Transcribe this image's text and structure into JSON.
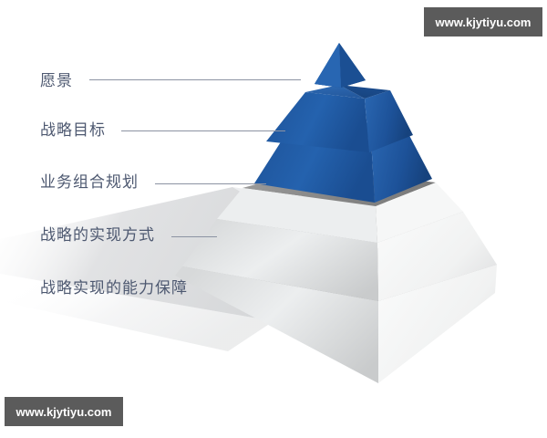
{
  "diagram": {
    "type": "3d-layered-pyramid",
    "title": "",
    "background_color": "#ffffff",
    "label_color": "#4d5870",
    "leader_line_color": "#8c93a3",
    "accent_blue": "#1f5ba8",
    "accent_gray": "#e9eaec",
    "shadow_gray": "#8a8a8a",
    "tiers": [
      {
        "index": 1,
        "label": "愿景",
        "position": "top",
        "color": "#1f5ba8",
        "color_name": "blue",
        "leader_line": true
      },
      {
        "index": 2,
        "label": "战略目标",
        "position": "second",
        "color": "#1f5ba8",
        "color_name": "blue",
        "leader_line": true
      },
      {
        "index": 3,
        "label": "业务组合规划",
        "position": "third",
        "color": "#1f5ba8",
        "color_name": "blue",
        "leader_line": true
      },
      {
        "index": 4,
        "label": "战略的实现方式",
        "position": "fourth",
        "color": "#eceded",
        "color_name": "light-gray",
        "leader_line": true
      },
      {
        "index": 5,
        "label": "战略实现的能力保障",
        "position": "base",
        "color": "#f2f3f3",
        "color_name": "light-gray",
        "leader_line": false
      }
    ]
  },
  "watermarks": {
    "top_right": "www.kjytiyu.com",
    "bottom_left": "www.kjytiyu.com"
  }
}
